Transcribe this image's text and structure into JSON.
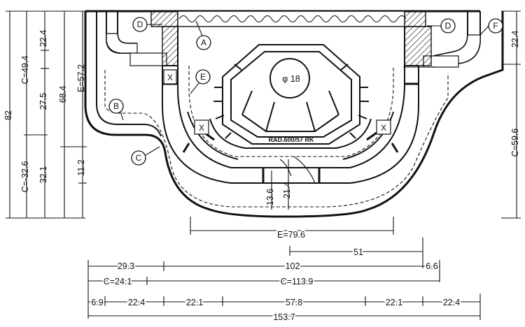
{
  "left_dims": {
    "total": "82",
    "c_upper": "C=49.4",
    "c_lower": "C=-32.6",
    "d_22_4": "22.4",
    "d_27_5": "27.5",
    "d_32_1": "32.1",
    "d_68_4": "68.4",
    "e_57_2": "E=57.2",
    "d_11_2": "11.2"
  },
  "right_dims": {
    "d_22_4": "22.4",
    "c_59_6": "C=59.6"
  },
  "inner_dims": {
    "d_13_6": "13.6",
    "d_21_4": "21.4",
    "phi": "φ 18",
    "fireplace": "RAD.600/57 RK"
  },
  "bottom_dims": {
    "e_79_6": "E=79.6",
    "d_51": "51",
    "d_29_3": "29.3",
    "d_102": "102",
    "d_6_6": "6.6",
    "c_24_1": "C=24.1",
    "c_113_9": "C=113.9",
    "d_6_9": "6.9",
    "d_22_4a": "22.4",
    "d_22_1a": "22.1",
    "d_57_8": "57.8",
    "d_22_1b": "22.1",
    "d_22_4b": "22.4",
    "d_153_7": "153.7"
  },
  "callouts": {
    "a": "A",
    "b": "B",
    "c": "C",
    "d_left": "D",
    "d_right": "D",
    "e": "E",
    "f": "F",
    "x1": "X",
    "x2": "X",
    "x3": "X"
  }
}
